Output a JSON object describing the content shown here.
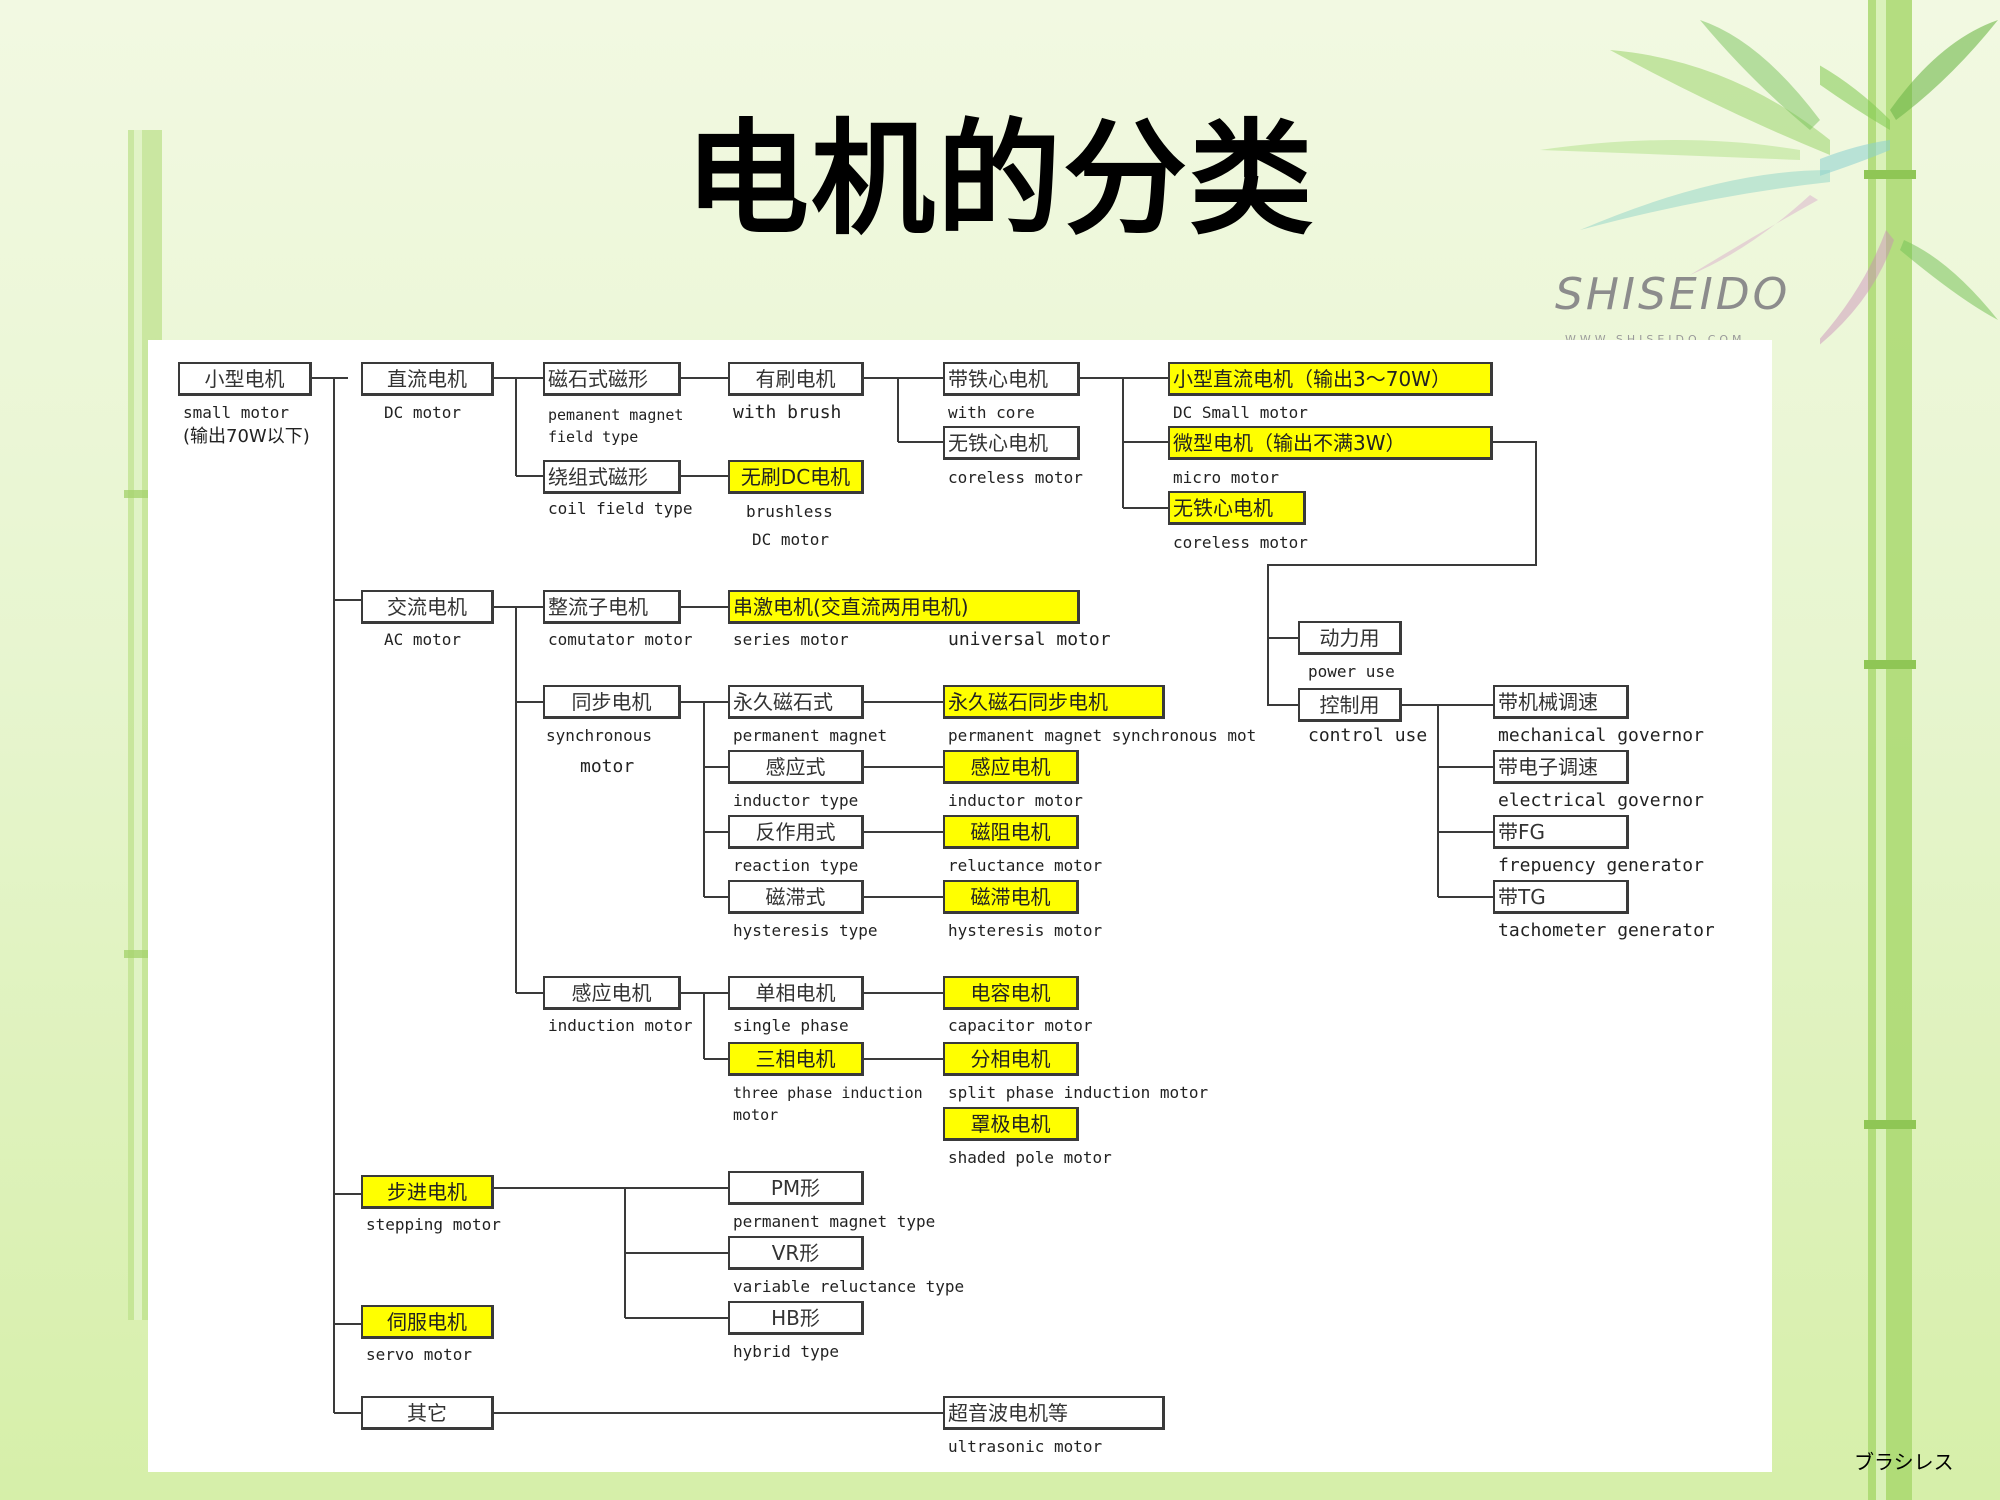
{
  "slide": {
    "title": "电机的分类",
    "brand_name": "SHISEIDO",
    "brand_url": "WWW.SHISEIDO.COM",
    "footer": "ブラシレス"
  },
  "diagram": {
    "boxes": {
      "small_motor": "小型电机",
      "dc_motor": "直流电机",
      "ac_motor": "交流电机",
      "stepping_motor": "步进电机",
      "servo_motor": "伺服电机",
      "other": "其它",
      "perm_magnet_field": "磁石式磁形",
      "coil_field": "绕组式磁形",
      "with_brush": "有刷电机",
      "brushless_dc": "无刷DC电机",
      "with_core": "带铁心电机",
      "coreless": "无铁心电机",
      "dc_small_motor": "小型直流电机（输出3～70W）",
      "micro_motor": "微型电机（输出不满3W）",
      "coreless_motor": "无铁心电机",
      "commutator": "整流子电机",
      "series_motor": "串激电机(交直流两用电机)",
      "synchronous": "同步电机",
      "pm_type": "永久磁石式",
      "pm_sync_motor": "永久磁石同步电机",
      "inductor_type": "感应式",
      "inductor_motor": "感应电机",
      "reaction_type": "反作用式",
      "reluctance_motor": "磁阻电机",
      "hysteresis_type": "磁滞式",
      "hysteresis_motor": "磁滞电机",
      "induction": "感应电机",
      "single_phase": "单相电机",
      "capacitor_motor": "电容电机",
      "three_phase": "三相电机",
      "split_phase": "分相电机",
      "shaded_pole": "罩极电机",
      "pm_shape": "PM形",
      "vr_shape": "VR形",
      "hb_shape": "HB形",
      "ultrasonic": "超音波电机等",
      "power_use": "动力用",
      "control_use": "控制用",
      "mech_governor": "带机械调速",
      "elec_governor": "带电子调速",
      "with_fg": "带FG",
      "with_tg": "带TG"
    },
    "labels": {
      "small_motor_en": "small motor",
      "small_motor_note": "(输出70W以下)",
      "dc_motor_en": "DC motor",
      "pm_field_en_1": "pemanent magnet",
      "pm_field_en_2": "field type",
      "coil_field_en": "coil field type",
      "with_brush_en": "with brush",
      "brushless_en_1": "brushless",
      "brushless_en_2": "DC motor",
      "with_core_en": "with core",
      "coreless_en": "coreless motor",
      "dc_small_en": "DC Small motor",
      "micro_en": "micro motor",
      "coreless_motor_en": "coreless motor",
      "ac_motor_en": "AC motor",
      "commutator_en": "comutator motor",
      "series_en": "series motor",
      "universal_en": "universal motor",
      "synchronous_en_1": "synchronous",
      "synchronous_en_2": "motor",
      "pm_type_en": "permanent magnet",
      "pm_sync_en": "permanent magnet synchronous mot",
      "inductor_type_en": "inductor type",
      "inductor_motor_en": "inductor motor",
      "reaction_en": "reaction type",
      "reluctance_en": "reluctance motor",
      "hysteresis_type_en": "hysteresis type",
      "hysteresis_motor_en": "hysteresis motor",
      "induction_en": "induction motor",
      "single_phase_en": "single phase",
      "capacitor_en": "capacitor motor",
      "three_phase_en_1": "three phase induction",
      "three_phase_en_2": "motor",
      "split_phase_en": "split phase induction motor",
      "shaded_pole_en": "shaded pole motor",
      "stepping_en": "stepping motor",
      "pm_shape_en": "permanent magnet type",
      "vr_shape_en": "variable reluctance type",
      "hb_shape_en": "hybrid type",
      "servo_en": "servo motor",
      "ultrasonic_en": "ultrasonic motor",
      "power_use_en": "power use",
      "control_use_en": "control use",
      "mech_governor_en": "mechanical governor",
      "elec_governor_en": "electrical governor",
      "fg_en": "frepuency generator",
      "tg_en": "tachometer generator"
    }
  },
  "colors": {
    "highlight": "#ffff00",
    "line": "#3a3a3a",
    "panel": "#ffffff",
    "background": "#e7f5cf",
    "bamboo": "#9fd168"
  }
}
